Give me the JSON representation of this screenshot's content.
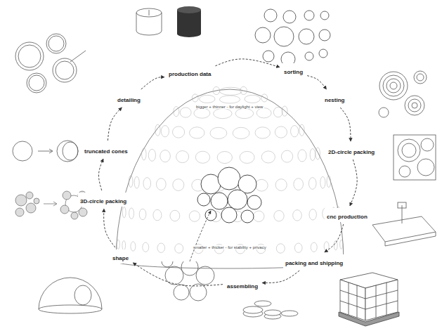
{
  "diagram": {
    "nodes": [
      {
        "text": [
          "production data"
        ]
      },
      {
        "text": [
          "sorting"
        ]
      },
      {
        "text": [
          "nesting"
        ]
      },
      {
        "text": [
          "2D-circle packing"
        ]
      },
      {
        "text": [
          "cnc production"
        ]
      },
      {
        "text": [
          "packing and shipping"
        ]
      },
      {
        "text": [
          "assembling"
        ]
      },
      {
        "text": [
          "shape"
        ]
      },
      {
        "text": [
          "3D-circle packing"
        ]
      },
      {
        "text": [
          "truncated cones"
        ]
      },
      {
        "text": [
          "detailing"
        ]
      }
    ],
    "edges": [
      {
        "from": 0,
        "to": 1,
        "arrow": "to"
      },
      {
        "from": 1,
        "to": 2,
        "arrow": "to"
      },
      {
        "from": 2,
        "to": 3,
        "arrow": "to"
      },
      {
        "from": 3,
        "to": 4,
        "arrow": "to"
      },
      {
        "from": 4,
        "to": 5,
        "arrow": "to"
      },
      {
        "from": 5,
        "to": 6,
        "arrow": "to"
      },
      {
        "from": 6,
        "to": 7,
        "arrow": "to"
      },
      {
        "from": 7,
        "to": 8,
        "arrow": "to"
      },
      {
        "from": 8,
        "to": 9,
        "arrow": "to"
      },
      {
        "from": 9,
        "to": 10,
        "arrow": "to"
      },
      {
        "from": 10,
        "to": 0,
        "arrow": "to"
      }
    ],
    "labels": [
      "bigger + thinner - for daylight + view",
      "smaller + thicker - for stability + privacy"
    ]
  }
}
